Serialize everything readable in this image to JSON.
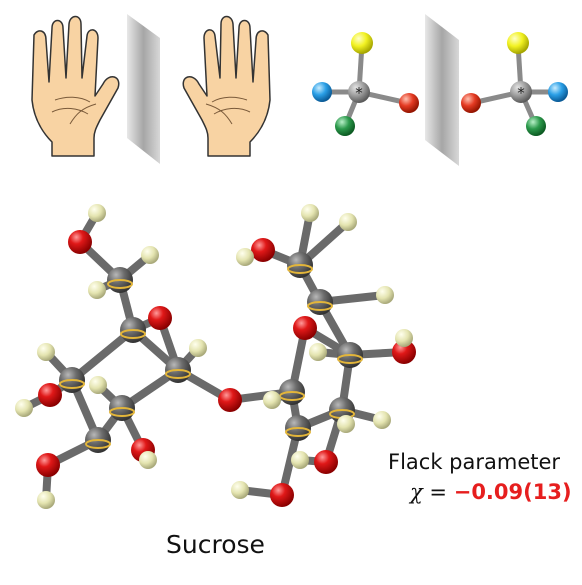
{
  "figure": {
    "molecule_name": "Sucrose",
    "flack": {
      "title": "Flack parameter",
      "symbol": "χ",
      "equals": "=",
      "value": "−0.09(13)"
    },
    "stereo_marker": "*"
  },
  "colors": {
    "skin": "#f8d3a3",
    "skin_outline": "#333333",
    "mirror": "#bdbdbd",
    "carbon": "#6e6e6e",
    "bond_gold": "#e2b53a",
    "oxygen": "#d20a0a",
    "hydrogen": "#eaeab4",
    "sub_yellow": "#f5f52a",
    "sub_blue": "#2aa2e6",
    "sub_red": "#e23a2a",
    "sub_green": "#2a9a4a",
    "flack_value": "#e61e1e"
  },
  "icons": [
    "left-hand-icon",
    "right-hand-icon",
    "mirror-plane-icon",
    "chiral-center-icon"
  ]
}
